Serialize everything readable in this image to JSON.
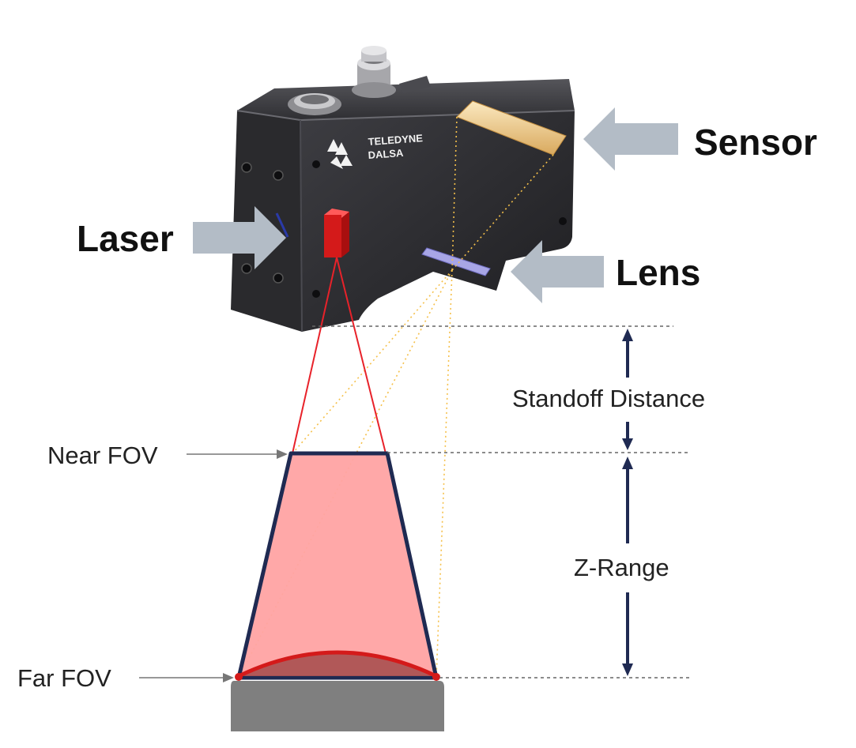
{
  "labels": {
    "sensor": "Sensor",
    "laser": "Laser",
    "lens": "Lens",
    "standoff": "Standoff Distance",
    "near_fov": "Near FOV",
    "z_range": "Z-Range",
    "far_fov": "Far FOV"
  },
  "brand": {
    "line1": "TELEDYNE",
    "line2": "DALSA"
  },
  "colors": {
    "camera_body": "#2b2b2e",
    "laser": "#d41a1a",
    "fov_fill": "#ffa3a3",
    "fov_outline": "#1f2a52",
    "arrow_gray": "#b3bcc6",
    "sensor_bar": "#f2d39a",
    "lens": "#a8a6e6",
    "target": "#7f7f7f",
    "dim_arrow": "#1f2a52"
  }
}
